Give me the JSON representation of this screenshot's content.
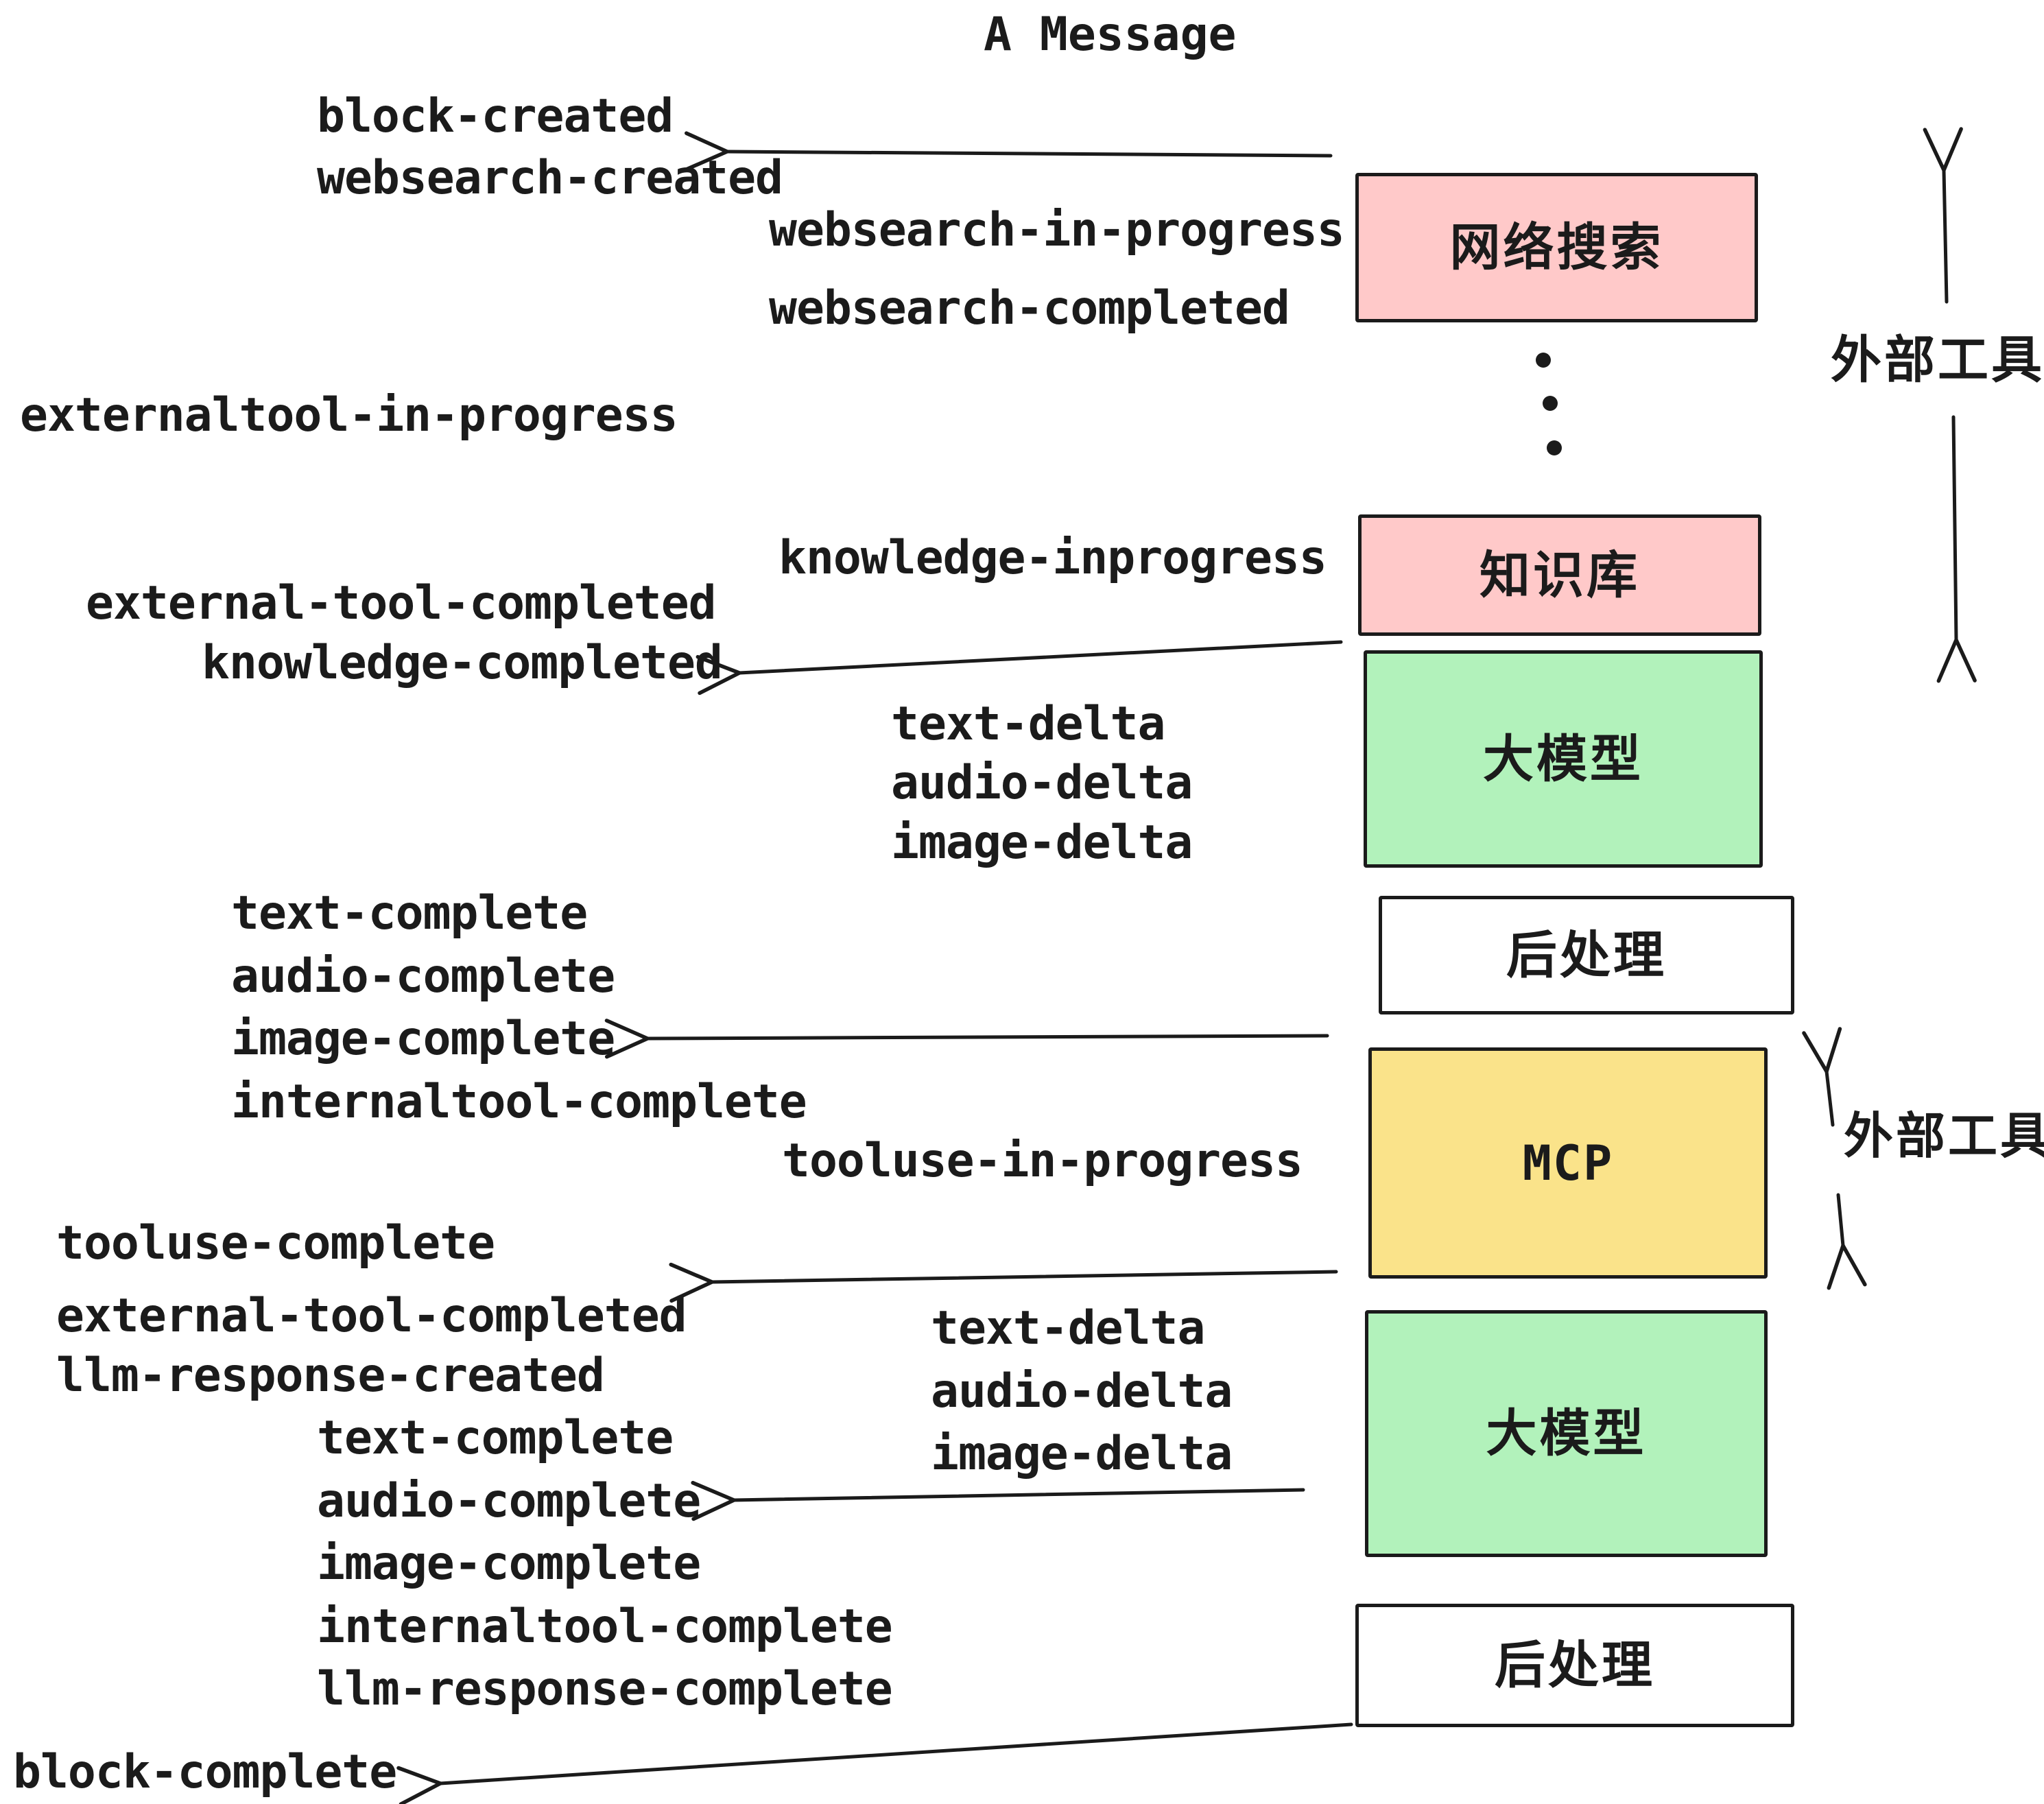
{
  "title": "A Message",
  "colors": {
    "ink": "#1b1b1b",
    "pink": "#ffc9c9",
    "green": "#b2f2bb",
    "yellow": "#fae38a",
    "paper": "#ffffff"
  },
  "events": [
    {
      "id": "block-created",
      "text": "block-created"
    },
    {
      "id": "websearch-created",
      "text": "websearch-created"
    },
    {
      "id": "websearch-in-progress",
      "text": "websearch-in-progress"
    },
    {
      "id": "websearch-completed",
      "text": "websearch-completed"
    },
    {
      "id": "externaltool-in-progress",
      "text": "externaltool-in-progress"
    },
    {
      "id": "knowledge-inprogress",
      "text": "knowledge-inprogress"
    },
    {
      "id": "external-tool-completed",
      "text": "external-tool-completed"
    },
    {
      "id": "knowledge-completed",
      "text": "knowledge-completed"
    },
    {
      "id": "text-delta-1",
      "text": "text-delta"
    },
    {
      "id": "audio-delta-1",
      "text": "audio-delta"
    },
    {
      "id": "image-delta-1",
      "text": "image-delta"
    },
    {
      "id": "text-complete-1",
      "text": "text-complete"
    },
    {
      "id": "audio-complete-1",
      "text": "audio-complete"
    },
    {
      "id": "image-complete-1",
      "text": "image-complete"
    },
    {
      "id": "internaltool-complete-1",
      "text": "internaltool-complete"
    },
    {
      "id": "tooluse-in-progress",
      "text": "tooluse-in-progress"
    },
    {
      "id": "tooluse-complete",
      "text": "tooluse-complete"
    },
    {
      "id": "external-tool-completed-2",
      "text": "external-tool-completed"
    },
    {
      "id": "llm-response-created",
      "text": "llm-response-created"
    },
    {
      "id": "text-delta-2",
      "text": "text-delta"
    },
    {
      "id": "audio-delta-2",
      "text": "audio-delta"
    },
    {
      "id": "image-delta-2",
      "text": "image-delta"
    },
    {
      "id": "text-complete-2",
      "text": "text-complete"
    },
    {
      "id": "audio-complete-2",
      "text": "audio-complete"
    },
    {
      "id": "image-complete-2",
      "text": "image-complete"
    },
    {
      "id": "internaltool-complete-2",
      "text": "internaltool-complete"
    },
    {
      "id": "llm-response-complete",
      "text": "llm-response-complete"
    },
    {
      "id": "block-complete",
      "text": "block-complete"
    }
  ],
  "boxes": [
    {
      "id": "websearch",
      "label": "网络搜索",
      "color": "pink"
    },
    {
      "id": "knowledge",
      "label": "知识库",
      "color": "pink"
    },
    {
      "id": "llm-top",
      "label": "大模型",
      "color": "green"
    },
    {
      "id": "post-top",
      "label": "后处理",
      "color": "white"
    },
    {
      "id": "mcp",
      "label": "MCP",
      "color": "yellow"
    },
    {
      "id": "llm-bottom",
      "label": "大模型",
      "color": "green"
    },
    {
      "id": "post-bottom",
      "label": "后处理",
      "color": "white"
    }
  ],
  "side_labels": [
    {
      "id": "external-tools-top",
      "text": "外部工具"
    },
    {
      "id": "external-tools-bottom",
      "text": "外部工具"
    }
  ]
}
